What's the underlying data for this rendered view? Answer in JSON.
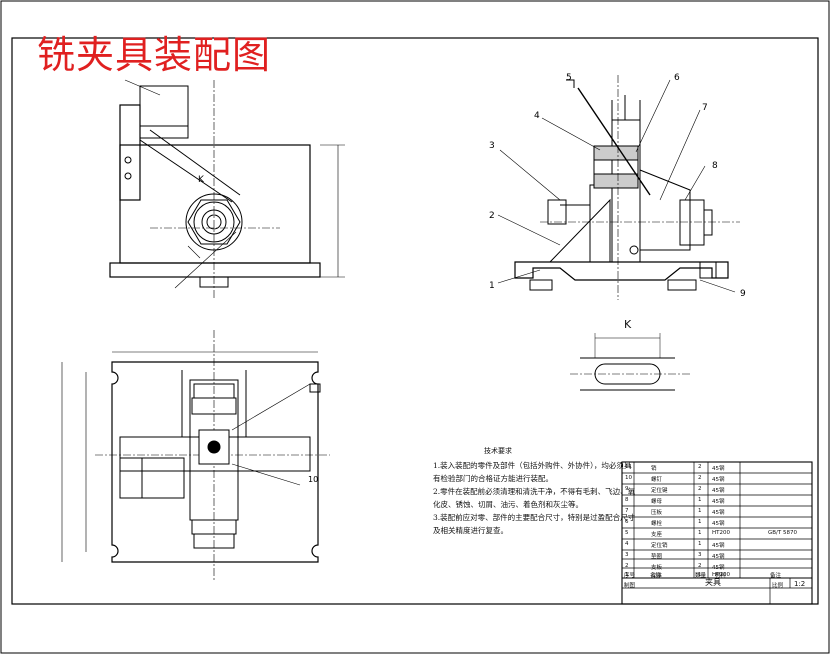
{
  "title": "铣夹具装配图",
  "view_labels": {
    "front_k": "K",
    "section_k": "K"
  },
  "part_labels": [
    "1",
    "2",
    "3",
    "4",
    "5",
    "6",
    "7",
    "8",
    "9",
    "10"
  ],
  "technical_requirements": {
    "heading": "技术要求",
    "lines": [
      "1.装入装配的零件及部件（包括外购件、外协件），均必须具",
      "有检验部门的合格证方能进行装配。",
      "2.零件在装配前必须清理和清洗干净，不得有毛刺、飞边、氧",
      "化皮、锈蚀、切屑、油污、着色剂和灰尘等。",
      "3.装配前应对零、部件的主要配合尺寸，特别是过盈配合尺寸",
      "及相关精度进行复查。"
    ]
  },
  "bom_rows": [
    {
      "no": "11",
      "name": "销",
      "qty": "2",
      "mat": "45钢"
    },
    {
      "no": "10",
      "name": "螺钉",
      "qty": "2",
      "mat": "45钢"
    },
    {
      "no": "9",
      "name": "定位键",
      "qty": "2",
      "mat": "45钢"
    },
    {
      "no": "8",
      "name": "螺母",
      "qty": "1",
      "mat": "45钢"
    },
    {
      "no": "7",
      "name": "压板",
      "qty": "1",
      "mat": "45钢"
    },
    {
      "no": "6",
      "name": "螺栓",
      "qty": "1",
      "mat": "45钢"
    },
    {
      "no": "5",
      "name": "支座",
      "qty": "1",
      "mat": "HT200",
      "std": "GB/T 5870"
    },
    {
      "no": "4",
      "name": "定位销",
      "qty": "1",
      "mat": "45钢"
    },
    {
      "no": "3",
      "name": "垫圈",
      "qty": "3",
      "mat": "45钢"
    },
    {
      "no": "2",
      "name": "支板",
      "qty": "2",
      "mat": "45钢"
    },
    {
      "no": "1",
      "name": "底座",
      "qty": "1",
      "mat": "HT200"
    }
  ],
  "title_block": {
    "h_no": "序号",
    "h_name": "名称",
    "h_qty": "数量",
    "h_mat": "材料",
    "h_note": "备注",
    "drawing": "夹具",
    "scale_label": "比例",
    "scale": "1:2",
    "row2_label": "制图"
  }
}
